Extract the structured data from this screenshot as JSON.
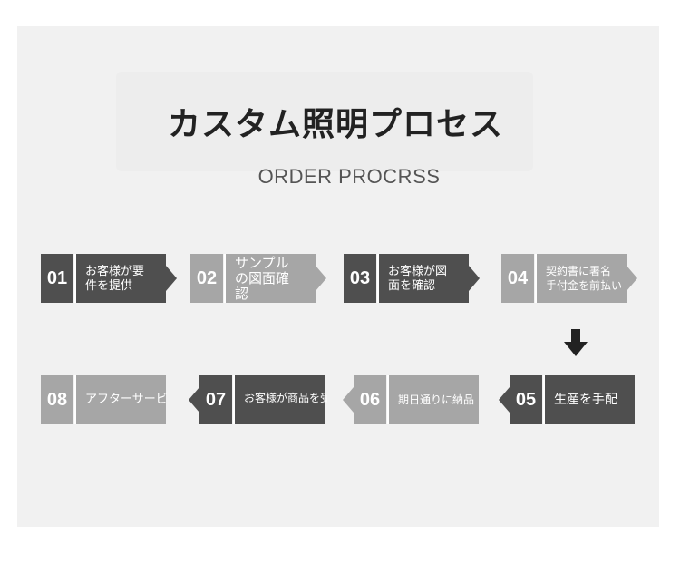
{
  "page": {
    "title": "カスタム照明プロセス",
    "subtitle": "ORDER PROCRSS"
  },
  "steps": [
    {
      "number": "01",
      "label": "お客様が要\n件を提供"
    },
    {
      "number": "02",
      "label": "サンプル\nの図面確\n認"
    },
    {
      "number": "03",
      "label": "お客様が図\n面を確認"
    },
    {
      "number": "04",
      "label": "契約書に署名\n手付金を前払い"
    },
    {
      "number": "05",
      "label": "生産を手配"
    },
    {
      "number": "06",
      "label": "期日通りに納品"
    },
    {
      "number": "07",
      "label": "お客様が商品を受け取る"
    },
    {
      "number": "08",
      "label": "アフターサービス"
    }
  ],
  "colors": {
    "dark": "#4f4f4f",
    "light": "#a6a6a6",
    "panel": "#f1f1f1"
  },
  "icons": {
    "down_arrow": "arrow-down-icon"
  }
}
